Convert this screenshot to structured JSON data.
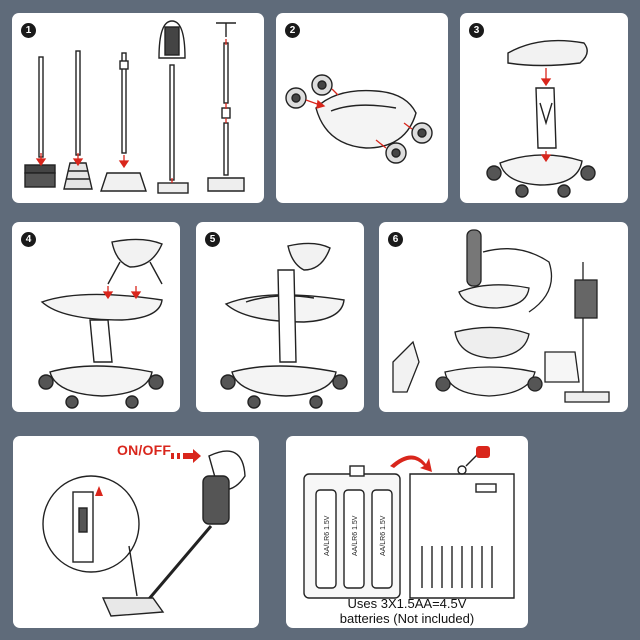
{
  "steps": [
    "1",
    "2",
    "3",
    "4",
    "5",
    "6"
  ],
  "switch_label": "ON/OFF",
  "battery_note": {
    "line1": "Uses 3X1.5AA=4.5V",
    "line2": "batteries (Not included)"
  },
  "battery_label": "AA/LR6 1.5V",
  "colors": {
    "background": "#5f6b7a",
    "panel": "#ffffff",
    "accent": "#d9261c",
    "ink": "#222222"
  }
}
